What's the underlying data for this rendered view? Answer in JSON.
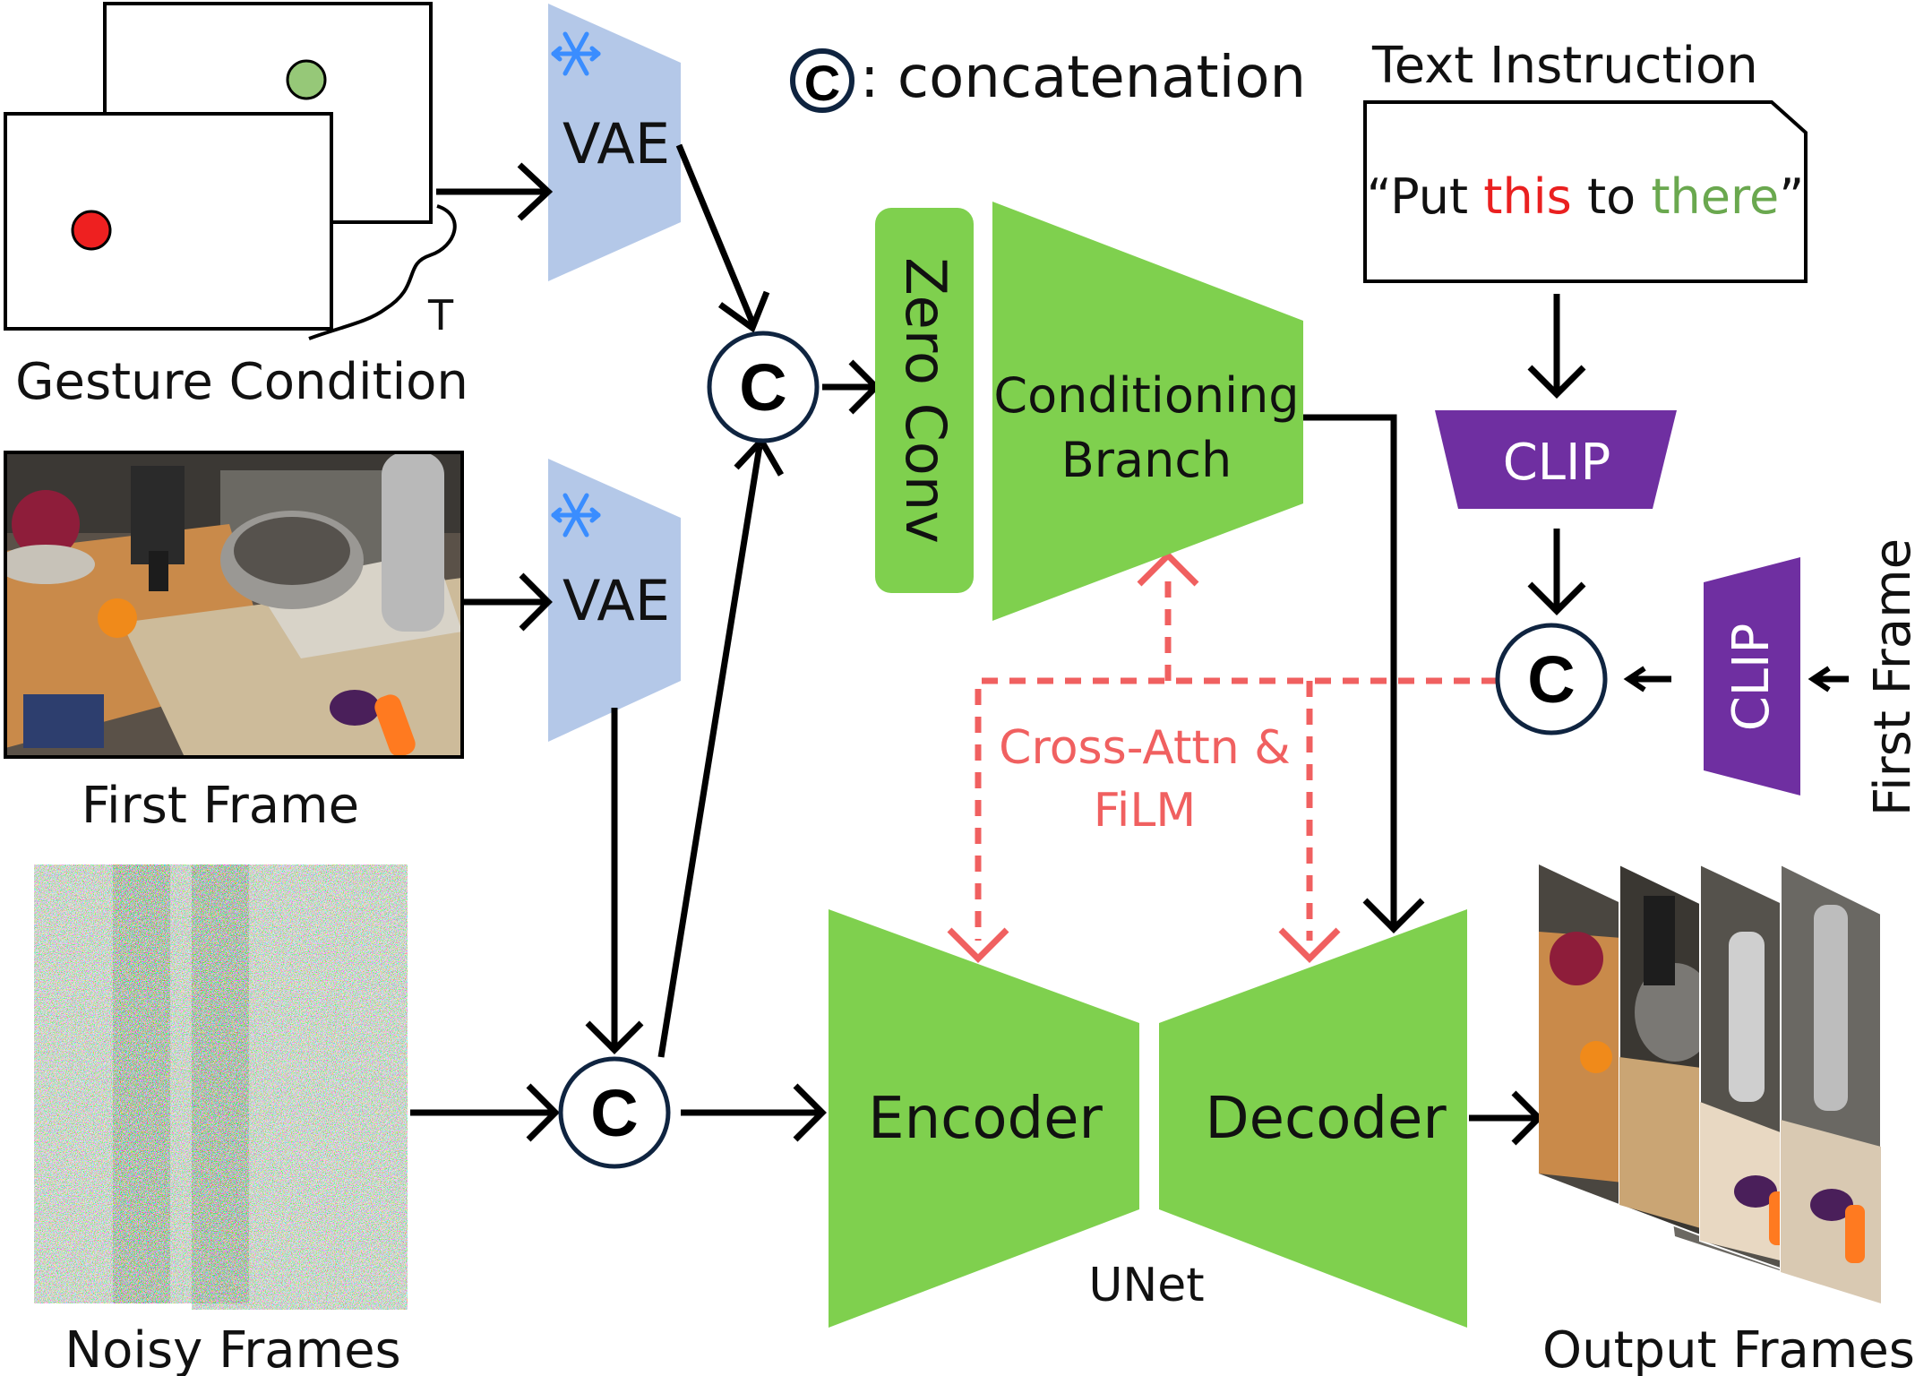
{
  "legend": {
    "symbol": "C",
    "text": ": concatenation"
  },
  "inputs": {
    "gesture_label": "Gesture Condition",
    "gesture_time_label": "T",
    "first_frame_label": "First Frame",
    "noisy_label": "Noisy Frames"
  },
  "modules": {
    "vae_top": "VAE",
    "vae_bottom": "VAE",
    "zero_conv": "Zero Conv",
    "conditioning_line1": "Conditioning",
    "conditioning_line2": "Branch",
    "clip_top": "CLIP",
    "clip_side": "CLIP",
    "encoder": "Encoder",
    "decoder": "Decoder",
    "unet": "UNet"
  },
  "text_instruction": {
    "title": "Text Instruction",
    "quote_open": "“Put ",
    "word_this": "this",
    "mid": " to ",
    "word_there": "there",
    "quote_close": "”"
  },
  "side_first_frame": "First Frame",
  "cross_attn_line1": "Cross-Attn &",
  "cross_attn_line2": "FiLM",
  "output_label": "Output Frames",
  "concat_symbol": "C",
  "colors": {
    "green": "#7fd04e",
    "vae_blue": "#b4c8e8",
    "clip_purple": "#6f2fa1",
    "red_dashed": "#f06060",
    "gesture_red_dot": "#ee2020",
    "gesture_green_dot": "#96c878",
    "text_red": "#ea2020",
    "text_green": "#6aa84f"
  },
  "icons": [
    "snowflake-icon",
    "snowflake-icon"
  ]
}
